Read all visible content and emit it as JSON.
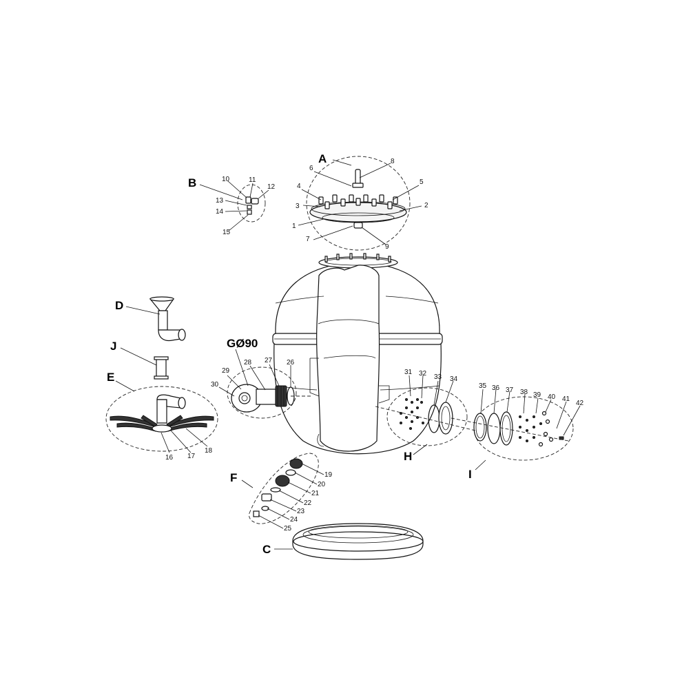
{
  "groups": [
    {
      "id": "A",
      "label": "A"
    },
    {
      "id": "B",
      "label": "B"
    },
    {
      "id": "C",
      "label": "C"
    },
    {
      "id": "D",
      "label": "D"
    },
    {
      "id": "E",
      "label": "E"
    },
    {
      "id": "F",
      "label": "F"
    },
    {
      "id": "G",
      "label": "GØ90"
    },
    {
      "id": "H",
      "label": "H"
    },
    {
      "id": "I",
      "label": "I"
    },
    {
      "id": "J",
      "label": "J"
    }
  ],
  "parts": [
    "1",
    "2",
    "3",
    "4",
    "5",
    "6",
    "7",
    "8",
    "9",
    "10",
    "11",
    "12",
    "13",
    "14",
    "15",
    "16",
    "17",
    "18",
    "19",
    "20",
    "21",
    "22",
    "23",
    "24",
    "25",
    "26",
    "27",
    "28",
    "29",
    "30",
    "31",
    "32",
    "33",
    "34",
    "35",
    "36",
    "37",
    "38",
    "39",
    "40",
    "41",
    "42"
  ]
}
